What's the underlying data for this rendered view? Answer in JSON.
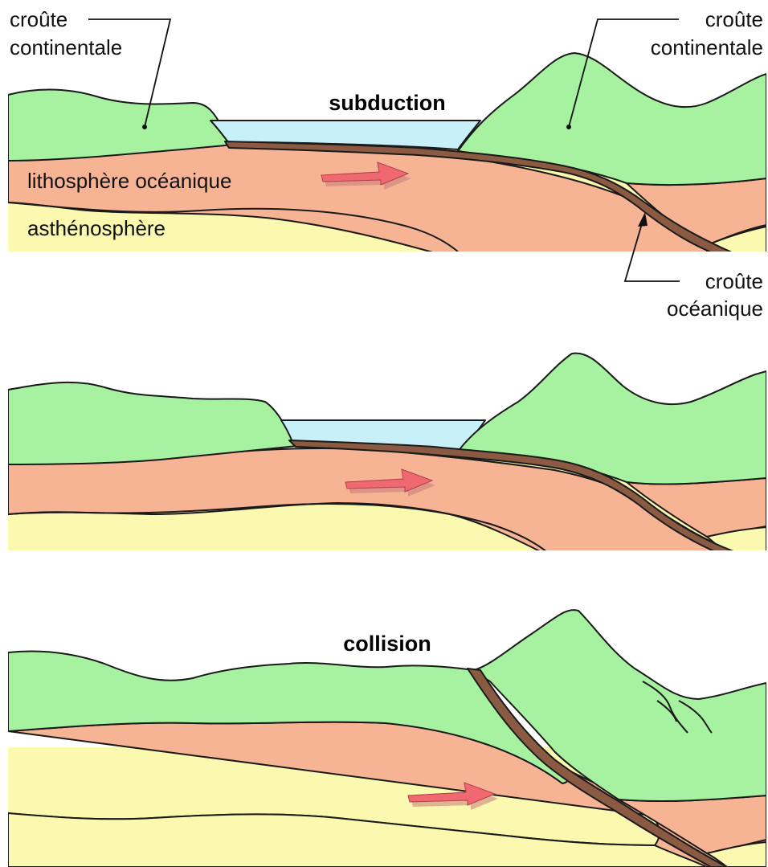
{
  "colors": {
    "continental_crust": "#a6f2a0",
    "oceanic_lithosphere": "#f7b495",
    "asthenosphere": "#fbf8b0",
    "ocean_water": "#c8f0f9",
    "oceanic_crust": "#8a5a42",
    "arrow": "#f06870",
    "arrow_shadow": "#c47a7a",
    "outline": "#1a1a1a"
  },
  "panels": [
    {
      "title": "subduction",
      "labels": {
        "croute_continentale_left": [
          "croûte",
          "continentale"
        ],
        "croute_continentale_right": [
          "croûte",
          "continentale"
        ],
        "lithosphere_oceanique": "lithosphère océanique",
        "asthenosphere": "asthénosphère",
        "croute_oceanique": [
          "croûte",
          "océanique"
        ]
      }
    },
    {
      "title": ""
    },
    {
      "title": "collision"
    }
  ],
  "icons": [
    "motion-arrow-icon",
    "dot-marker-icon"
  ]
}
